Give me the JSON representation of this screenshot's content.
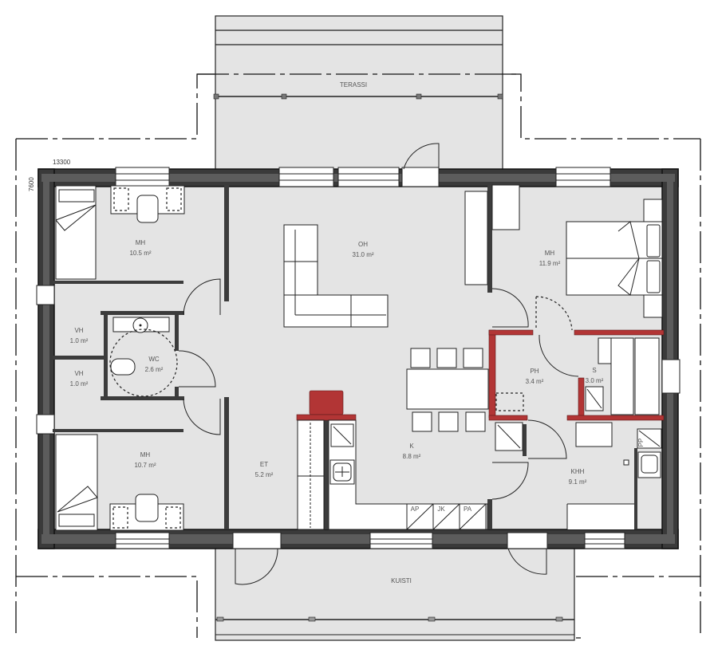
{
  "dimensions": {
    "width": "13300",
    "depth": "7600"
  },
  "outdoor": {
    "terrace": {
      "label": "TERASSI"
    },
    "porch": {
      "label": "KUISTI"
    }
  },
  "rooms": [
    {
      "id": "mh1",
      "code": "MH",
      "area": "10.5 m²"
    },
    {
      "id": "vh1",
      "code": "VH",
      "area": "1.0 m²"
    },
    {
      "id": "vh2",
      "code": "VH",
      "area": "1.0 m²"
    },
    {
      "id": "wc",
      "code": "WC",
      "area": "2.6 m²"
    },
    {
      "id": "mh2",
      "code": "MH",
      "area": "10.7 m²"
    },
    {
      "id": "et",
      "code": "ET",
      "area": "5.2 m²"
    },
    {
      "id": "oh",
      "code": "OH",
      "area": "31.0 m²"
    },
    {
      "id": "k",
      "code": "K",
      "area": "8.8 m²"
    },
    {
      "id": "mh3",
      "code": "MH",
      "area": "11.9 m²"
    },
    {
      "id": "ph",
      "code": "PH",
      "area": "3.4 m²"
    },
    {
      "id": "s",
      "code": "S",
      "area": "3.0 m²"
    },
    {
      "id": "khh",
      "code": "KHH",
      "area": "9.1 m²"
    }
  ],
  "appliances": {
    "ap": "AP",
    "jk": "JK",
    "pa": "PA",
    "pp": "PP"
  },
  "colors": {
    "floor": "#e4e4e4",
    "wall": "#3a3a3a",
    "insulation": "#5c5c5c",
    "wet_room_wall": "#b23535",
    "fireplace": "#b23535"
  }
}
